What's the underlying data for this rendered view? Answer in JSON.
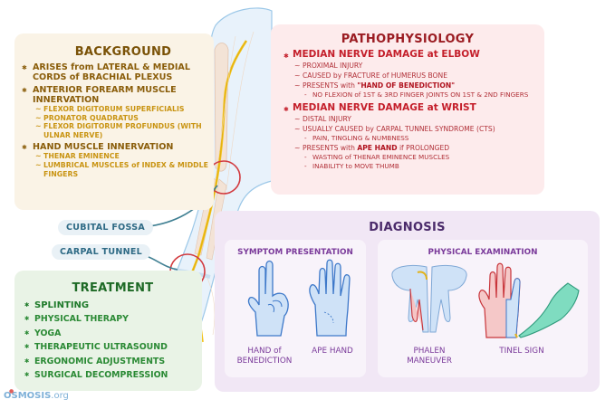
{
  "background": {
    "title": "BACKGROUND",
    "items": [
      {
        "main": "ARISES from LATERAL & MEDIAL CORDS of BRACHIAL PLEXUS",
        "subs": []
      },
      {
        "main": "ANTERIOR FOREARM MUSCLE INNERVATION",
        "subs": [
          "FLEXOR DIGITORUM SUPERFICIALIS",
          "PRONATOR QUADRATUS",
          "FLEXOR DIGITORUM PROFUNDUS (WITH ULNAR NERVE)"
        ]
      },
      {
        "main": "HAND MUSCLE INNERVATION",
        "subs": [
          "THENAR EMINENCE",
          "LUMBRICAL MUSCLES of INDEX & MIDDLE FINGERS"
        ]
      }
    ]
  },
  "pathophysiology": {
    "title": "PATHOPHYSIOLOGY",
    "elbow": {
      "main": "MEDIAN NERVE DAMAGE at ELBOW",
      "sub1": "PROXIMAL INJURY",
      "sub2": "CAUSED by FRACTURE of HUMERUS BONE",
      "sub3_pre": "PRESENTS with ",
      "sub3_bold": "\"HAND OF BENEDICTION\"",
      "detail": "NO FLEXION of 1ST & 3RD FINGER JOINTS ON 1ST & 2ND FINGERS"
    },
    "wrist": {
      "main": "MEDIAN NERVE DAMAGE at WRIST",
      "sub1": "DISTAL INJURY",
      "sub2": "USUALLY CAUSED by CARPAL TUNNEL SYNDROME (CTS)",
      "detail1": "PAIN, TINGLING & NUMBNESS",
      "sub3_pre": "PRESENTS with ",
      "sub3_bold": "APE HAND",
      "sub3_post": " if PROLONGED",
      "detail2": "WASTING of THENAR EMINENCE MUSCLES",
      "detail3": "INABILITY to MOVE THUMB"
    }
  },
  "labels": {
    "cubital": "CUBITAL FOSSA",
    "carpal": "CARPAL TUNNEL"
  },
  "treatment": {
    "title": "TREATMENT",
    "items": [
      "SPLINTING",
      "PHYSICAL THERAPY",
      "YOGA",
      "THERAPEUTIC ULTRASOUND",
      "ERGONOMIC ADJUSTMENTS",
      "SURGICAL DECOMPRESSION"
    ]
  },
  "diagnosis": {
    "title": "DIAGNOSIS",
    "symptom": {
      "title": "SYMPTOM PRESENTATION",
      "cap1_a": "HAND of",
      "cap1_b": "BENEDICTION",
      "cap2": "APE HAND"
    },
    "physical": {
      "title": "PHYSICAL EXAMINATION",
      "cap1_a": "PHALEN",
      "cap1_b": "MANEUVER",
      "cap2": "TINEL SIGN"
    }
  },
  "logo": {
    "name": "OSMOSIS",
    "suffix": ".org"
  },
  "colors": {
    "background": "#faf3e6",
    "pathophysiology": "#fdebec",
    "treatment": "#e9f3e6",
    "diagnosis": "#f1e7f5",
    "nerve": "#f2c21b",
    "highlight_circle": "#d23a3f"
  }
}
